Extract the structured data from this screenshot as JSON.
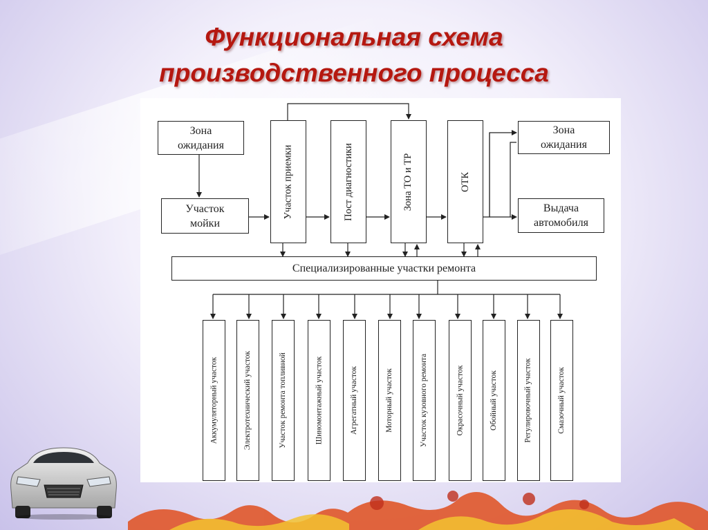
{
  "title": {
    "line1": "Функциональная схема",
    "line2": "производственного  процесса"
  },
  "diagram": {
    "waiting_zone_in": "Зона ожидания",
    "washing": "Участок мойки",
    "reception": "Участок приемки",
    "diagnostics": "Пост диагностики",
    "maintenance": "Зона ТО и ТР",
    "otk": "ОТК",
    "waiting_zone_out": "Зона ожидания",
    "delivery": "Выдача автомобиля",
    "specialized": "Специализированные участки ремонта",
    "sections": [
      "Аккумуляторный участок",
      "Электротехнический участок",
      "Участок ремонта топливной",
      "Шиномонтажный участок",
      "Агрегатный участок",
      "Моторный участок",
      "Участок кузовного ремонта",
      "Окрасочный участок",
      "Обойный участок",
      "Регулировочный участок",
      "Смазочный участок"
    ]
  },
  "colors": {
    "title": "#b51810",
    "line": "#222222"
  }
}
